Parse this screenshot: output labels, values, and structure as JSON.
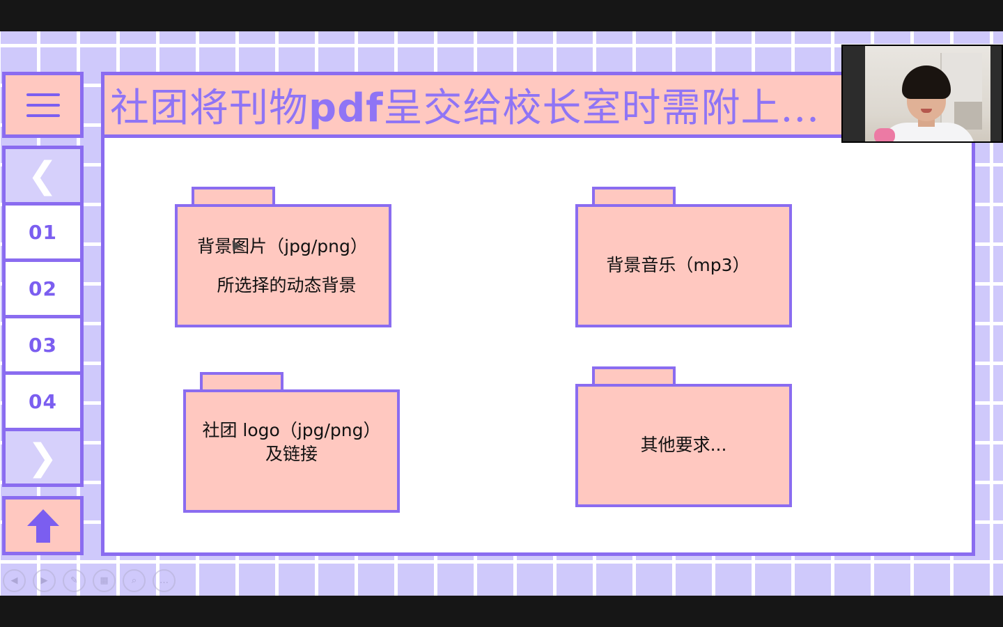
{
  "title": {
    "part1": "社团将刊物",
    "latin": "pdf",
    "part2": "呈交给校长室时需附上..."
  },
  "nav": {
    "prev_glyph": "❮",
    "next_glyph": "❯",
    "items": [
      "01",
      "02",
      "03",
      "04"
    ]
  },
  "folders": [
    {
      "lines": [
        "背景图片（jpg/png）",
        "所选择的动态背景"
      ]
    },
    {
      "lines": [
        "背景音乐（mp3）"
      ]
    },
    {
      "lines": [
        "社团 logo（jpg/png）",
        "及链接"
      ]
    },
    {
      "lines": [
        "其他要求..."
      ]
    }
  ],
  "toolbar": {
    "prev_glyph": "◀",
    "next_glyph": "▶",
    "pen_glyph": "✎",
    "slides_glyph": "▦",
    "zoom_glyph": "⌕",
    "more_glyph": "…"
  },
  "colors": {
    "accent": "#8a6cf0",
    "pink": "#ffc8c0",
    "lavender": "#cfc9fb"
  }
}
